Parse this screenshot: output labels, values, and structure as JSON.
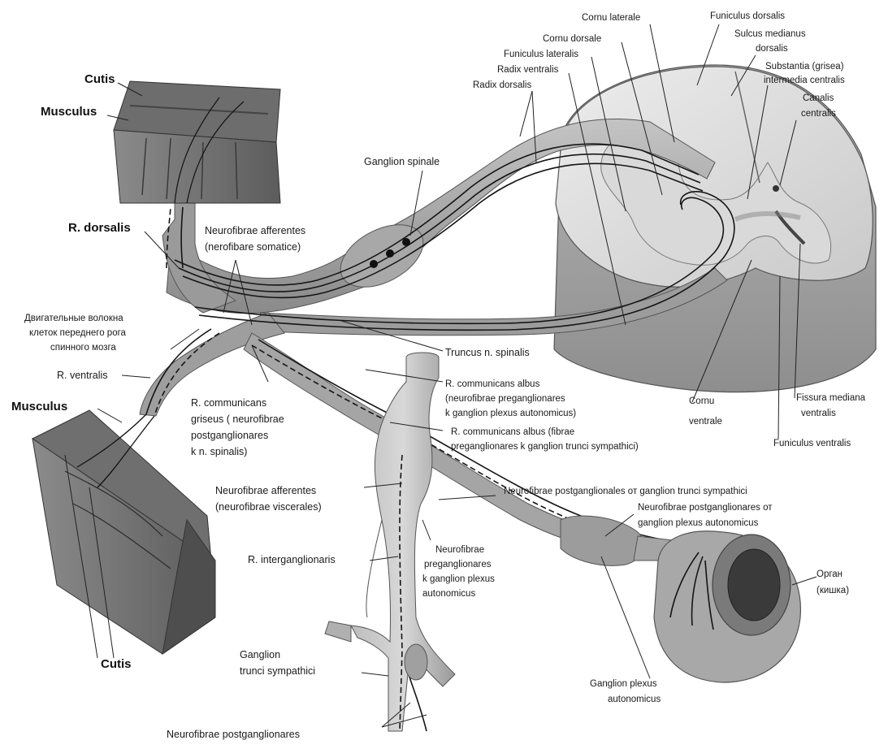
{
  "labels": {
    "cutis_top": "Cutis",
    "musculus_top": "Musculus",
    "r_dorsalis": "R. dorsalis",
    "motor_fibers": [
      "Двигательные волокна",
      "клеток переднего рога",
      "спинного мозга"
    ],
    "r_ventralis": "R. ventralis",
    "musculus_bottom": "Musculus",
    "cutis_bottom": "Cutis",
    "neurofibrae_afferentes_somatic": [
      "Neurofibrae afferentes",
      "(nerofibare somatice)"
    ],
    "ganglion_spinale": "Ganglion spinale",
    "radix_dorsalis": "Radix dorsalis",
    "radix_ventralis": "Radix   ventralis",
    "funiculus_lateralis": "Funiculus lateralis",
    "cornu_dorsale": "Cornu dorsale",
    "cornu_laterale": "Cornu laterale",
    "funiculus_dorsalis": "Funiculus dorsalis",
    "sulcus_medianus": [
      "Sulcus medianus",
      "dorsalis"
    ],
    "substantia_grisea": [
      "Substantia (grisea)",
      "intermedia centralis"
    ],
    "canalis_centralis": [
      "Canalis",
      "centralis"
    ],
    "truncus_spinalis": "Truncus n. spinalis",
    "r_communicans_albus_1": [
      "R. communicans albus",
      "(neurofibrae preganglionares",
      "k ganglion plexus autonomicus)"
    ],
    "r_communicans_albus_2": [
      "R. communicans albus (fibrae",
      "preganglionares k ganglion trunci sympathici)"
    ],
    "r_communicans_griseus": [
      "R. communicans",
      "griseus ( neurofibrae",
      "postganglionares",
      "k n. spinalis)"
    ],
    "cornu_ventrale": [
      "Cornu",
      "ventrale"
    ],
    "fissura_mediana": [
      "Fissura mediana",
      "ventralis"
    ],
    "funiculus_ventralis": "Funiculus ventralis",
    "neurofibrae_afferentes_visceral": [
      "Neurofibrae afferentes",
      "(neurofibrae viscerales)"
    ],
    "postgang_trunci": "Neurofibrae postganglionales от ganglion trunci sympathici",
    "postgang_plexus": [
      "Neurofibrae postganglionares от",
      "ganglion plexus autonomicus"
    ],
    "r_interganglionaris": "R. interganglionaris",
    "preganglionares": [
      "Neurofibrae",
      "preganglionares",
      "k ganglion plexus",
      "autonomicus"
    ],
    "organ": [
      "Орган",
      "(кишка)"
    ],
    "ganglion_trunci": [
      "Ganglion",
      "trunci sympathici"
    ],
    "ganglion_plexus": [
      "Ganglion plexus",
      "autonomicus"
    ],
    "neurofibrae_postganglionares": "Neurofibrae postganglionares"
  }
}
